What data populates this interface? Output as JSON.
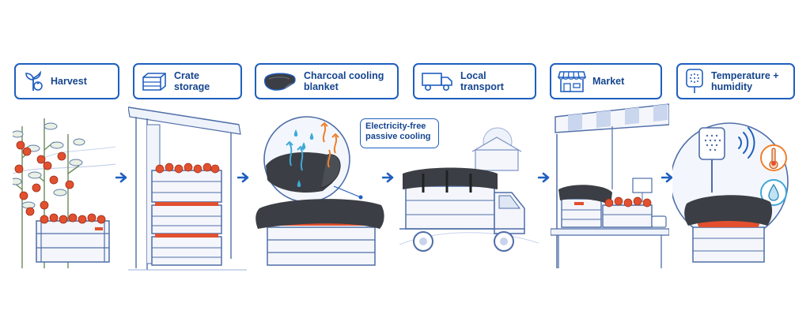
{
  "steps": [
    {
      "label": "Harvest",
      "icon": "seedling-tomato-icon"
    },
    {
      "label": "Crate storage",
      "icon": "crate-icon"
    },
    {
      "label": "Charcoal cooling blanket",
      "icon": "blanket-icon"
    },
    {
      "label": "Local transport",
      "icon": "truck-icon"
    },
    {
      "label": "Market",
      "icon": "market-stall-icon"
    },
    {
      "label": "Temperature + humidity",
      "icon": "sensor-icon"
    }
  ],
  "callout": {
    "text": "Electricity-free passive cooling"
  },
  "colors": {
    "accent": "#1f5fbf",
    "text": "#15458f",
    "tomato": "#e2502f",
    "charcoal": "#3b3e44",
    "sketch": "#7d93c4",
    "heat": "#f07f2a",
    "cool": "#3fa9d8"
  }
}
